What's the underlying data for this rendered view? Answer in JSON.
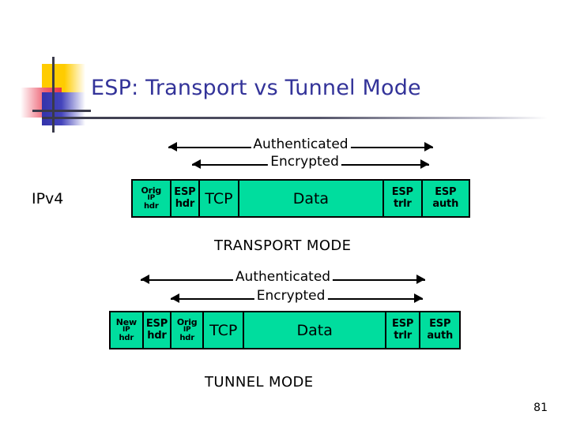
{
  "slide": {
    "title": "ESP: Transport vs Tunnel Mode",
    "page_number": "81",
    "accent_colors": {
      "title_blue": "#333399",
      "packet_green": "#00DD9E",
      "rule_dark": "#3A3A4A",
      "logo_yellow": "#FFCC00",
      "logo_red": "#E8354A",
      "logo_blue": "#3333AA"
    }
  },
  "transport": {
    "side_label": "IPv4",
    "mode_caption": "TRANSPORT MODE",
    "authenticated_label": "Authenticated",
    "encrypted_label": "Encrypted",
    "cells": [
      {
        "lines": [
          "Orig",
          "IP",
          "hdr"
        ]
      },
      {
        "lines": [
          "ESP",
          "hdr"
        ]
      },
      {
        "lines": [
          "TCP"
        ]
      },
      {
        "lines": [
          "Data"
        ]
      },
      {
        "lines": [
          "ESP",
          "trlr"
        ]
      },
      {
        "lines": [
          "ESP",
          "auth"
        ]
      }
    ]
  },
  "tunnel": {
    "mode_caption": "TUNNEL MODE",
    "authenticated_label": "Authenticated",
    "encrypted_label": "Encrypted",
    "cells": [
      {
        "lines": [
          "New",
          "IP",
          "hdr"
        ]
      },
      {
        "lines": [
          "ESP",
          "hdr"
        ]
      },
      {
        "lines": [
          "Orig",
          "IP",
          "hdr"
        ]
      },
      {
        "lines": [
          "TCP"
        ]
      },
      {
        "lines": [
          "Data"
        ]
      },
      {
        "lines": [
          "ESP",
          "trlr"
        ]
      },
      {
        "lines": [
          "ESP",
          "auth"
        ]
      }
    ]
  }
}
